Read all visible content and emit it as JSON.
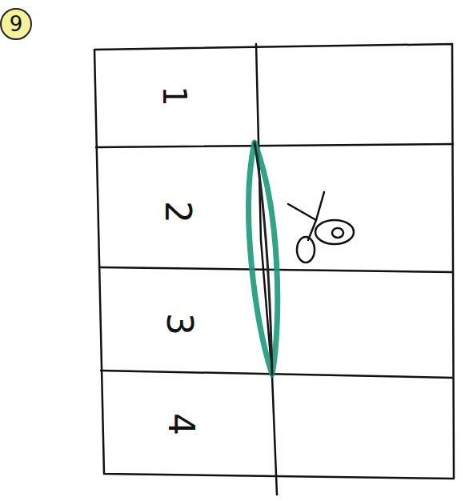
{
  "diagram": {
    "labels": [
      "9",
      "1",
      "2",
      "3",
      "4"
    ]
  }
}
